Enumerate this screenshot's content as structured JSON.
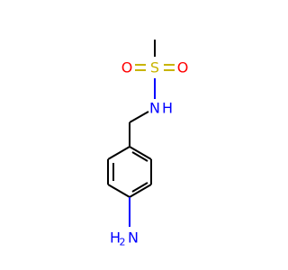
{
  "molecule": {
    "atoms": {
      "sulfur": {
        "label": "S",
        "color": "#c8b400"
      },
      "oxygen_left": {
        "label": "O",
        "color": "#ff0000"
      },
      "oxygen_right": {
        "label": "O",
        "color": "#ff0000"
      },
      "nitrogen_amide": {
        "label": "N",
        "color": "#0000ff"
      },
      "hydrogen_amide": {
        "label": "H",
        "color": "#0000ff"
      },
      "nitrogen_amine": {
        "label": "N",
        "color": "#0000ff"
      },
      "hydrogen_amine": {
        "label": "H",
        "color": "#0000ff"
      },
      "hydrogen_count": {
        "label": "2",
        "color": "#0000ff"
      }
    },
    "bond_color": "#000000"
  }
}
